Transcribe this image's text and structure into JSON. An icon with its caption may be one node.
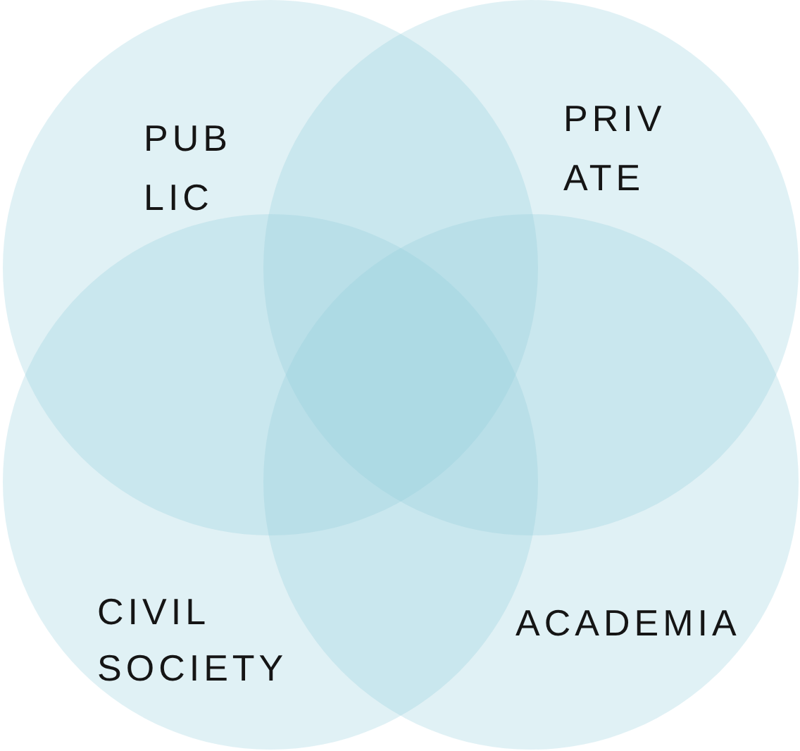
{
  "diagram": {
    "nodes": [
      {
        "text": [
          "PUB LIC"
        ]
      },
      {
        "text": [
          "PRIV ATE"
        ]
      },
      {
        "text": [
          "CIVIL SOCIETY"
        ]
      },
      {
        "text": [
          "ACADEMIA"
        ]
      }
    ]
  }
}
